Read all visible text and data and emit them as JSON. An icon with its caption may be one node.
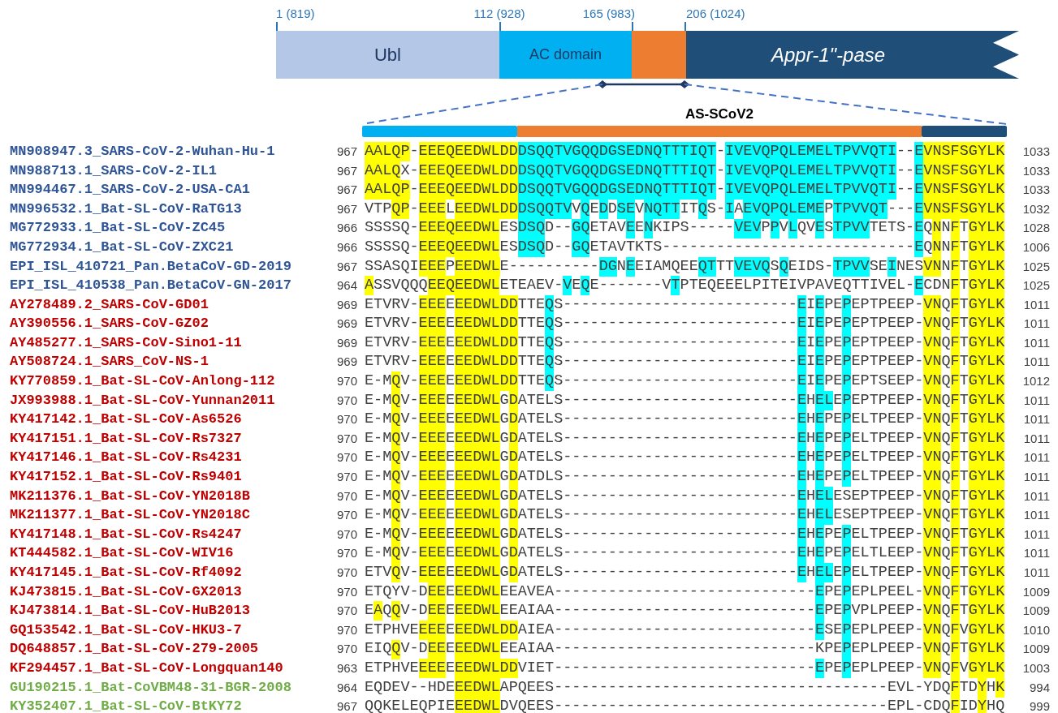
{
  "diagram": {
    "nodes": [
      {
        "text": [
          "Ubl"
        ],
        "beside": [
          "1 (819)"
        ]
      },
      {
        "text": [
          "AC domain"
        ],
        "beside": [
          "112 (928)"
        ]
      },
      {
        "text": [],
        "shape": "box",
        "beside": [
          "165 (983)"
        ]
      },
      {
        "text": [
          "Appr-1\"-pase"
        ],
        "beside": [
          "206 (1024)"
        ]
      },
      {
        "text": [],
        "shape": "bar"
      },
      {
        "text": [
          "AS-SCoV2"
        ]
      },
      {
        "text": [],
        "shape": "bar"
      }
    ],
    "edges": [
      {
        "from": 1,
        "to": 4,
        "arrow": "none",
        "style": "dashed"
      },
      {
        "from": 2,
        "to": 6,
        "arrow": "none",
        "style": "dashed"
      }
    ],
    "labels": [
      "MN908947.3_SARS-CoV-2-Wuhan-Hu-1",
      "967",
      "AALQP-EEEQEEDWLDDDSQQTVGQQDGSEDNQTTTIQT-IVEVQPQLEMELTPVVQTI--EVNSFSGYLK",
      "1033",
      "MN988713.1_SARS-CoV-2-IL1",
      "967",
      "AALQX-EEEQEEDWLDDDSQQTVGQQDGSEDNQTTTIQT-IVEVQPQLEMELTPVVQTI--EVNSFSGYLK",
      "1033",
      "MN994467.1_SARS-CoV-2-USA-CA1",
      "967",
      "AALQP-EEEQEEDWLDDDSQQTVGQQDGSEDNQTTTIQT-IVEVQPQLEMELTPVVQTI--EVNSFSGYLK",
      "1033",
      "MN996532.1_Bat-SL-CoV-RaTG13",
      "967",
      "VTPQP-EEELEEDWLDDDSQQTVVQEDDSEVNQTTITQS-IAEVQPQLEMEPTPVVQT---EVNSFSGYLK",
      "1032",
      "MG772933.1_Bat-SL-CoV-ZC45",
      "966",
      "SSSSQ-EEEQEEDWLESDSQD--GQETAVEENKIPS-----VEVPPVLQVESTPVVTETS-EQNNFTGYLK",
      "1028",
      "MG772934.1_Bat-SL-CoV-ZXC21",
      "966",
      "SSSSQ-EEEQEEDWLESDSQD--GQETAVTKTS----------------------------EQNNFTGYLK",
      "1006",
      "EPI_ISL_410721_Pan.BetaCoV-GD-2019",
      "967",
      "SSASQIEEEPEEDWLE----------DGNEEIAMQEEQTTTVEVQSQEIDS-TPVVSEINESVNNFTGYLK",
      "1025",
      "EPI_ISL_410538_Pan.BetaCoV-GN-2017",
      "964",
      "ASSVQQQEEQEEDWLETEAEV-VEQE-------VTPTEQEEELPITEIVPAVEQTTIVEL-ECDNFTGYLK",
      "1025",
      "AY278489.2_SARS-CoV-GD01",
      "969",
      "ETVRV-EEEEEEDWLDDTTEQS--------------------------EIEPEPEPTPEEP-VNQFTGYLK",
      "1011",
      "AY390556.1_SARS-CoV-GZ02",
      "969",
      "ETVRV-EEEEEEDWLDDTTEQS--------------------------EIEPEPEPTPEEP-VNQFTGYLK",
      "1011",
      "AY485277.1_SARS-CoV-Sino1-11",
      "969",
      "ETVRV-EEEEEEDWLDDTTEQS--------------------------EIEPEPEPTPEEP-VNQFTGYLK",
      "1011",
      "AY508724.1_SARS_CoV-NS-1",
      "969",
      "ETVRV-EEEEEEDWLDDTTEQS--------------------------EIEPEPEPTPEEP-VNQFTGYLK",
      "1011",
      "KY770859.1_Bat-SL-CoV-Anlong-112",
      "970",
      "E-MQV-EEEEEEDWLDDTTEQS--------------------------EIEPEPEPTSEEP-VNQFTGYLK",
      "1012",
      "JX993988.1_Bat-SL-CoV-Yunnan2011",
      "970",
      "E-MQV-EEEEEEDWLGDATELS--------------------------EHELEPEPTPEEP-VNQFTGYLK",
      "1011",
      "KY417142.1_Bat-SL-CoV-As6526",
      "970",
      "E-MQV-EEEEEEDWLGDATELS--------------------------EHEPEPELTPEEP-VNQFTGYLK",
      "1011",
      "KY417151.1_Bat-SL-CoV-Rs7327",
      "970",
      "E-MQV-EEEEEEDWLGDATELS--------------------------EHEPEPELTPEEP-VNQFTGYLK",
      "1011",
      "KY417146.1_Bat-SL-CoV-Rs4231",
      "970",
      "E-MQV-EEEEEEDWLGDATELS--------------------------EHEPEPELTPEEP-VNQFTGYLK",
      "1011",
      "KY417152.1_Bat-SL-CoV-Rs9401",
      "970",
      "E-MQV-EEEEEEDWLGDATDLS--------------------------EHEPEPELTPEEP-VNQFTGYLK",
      "1011",
      "MK211376.1_Bat-SL-CoV-YN2018B",
      "970",
      "E-MQV-EEEEEEDWLGDATELS--------------------------EHELESEPTPEEP-VNQFTGYLK",
      "1011",
      "MK211377.1_Bat-SL-CoV-YN2018C",
      "970",
      "E-MQV-EEEEEEDWLGDATELS--------------------------EHELESEPTPEEP-VNQFTGYLK",
      "1011",
      "KY417148.1_Bat-SL-CoV-Rs4247",
      "970",
      "E-MQV-EEEEEEDWLGDATELS--------------------------EHEPEPELTPEEP-VNQFTGYLK",
      "1011",
      "KT444582.1_Bat-SL-CoV-WIV16",
      "970",
      "E-MQV-EEEEEEDWLGDATELS--------------------------EHEPEPELTLEEP-VNQFTGYLK",
      "1011",
      "KY417145.1_Bat-SL-CoV-Rf4092",
      "970",
      "ETVQV-EEEEEEDWLGDATELS--------------------------EHELEPELTPEEP-VNQFTGYLK",
      "1011",
      "KJ473815.1_Bat-SL-CoV-GX2013",
      "970",
      "ETQYV-DEEEEEDWLEEAVEA-----------------------------EPEPEPLPEEL-VNQFTGYLK",
      "1009",
      "KJ473814.1_Bat-SL-CoV-HuB2013",
      "970",
      "EAQQV-DEEEEEDWLEEAIAA-----------------------------EPEPVPLPEEP-VNQFTGYLK",
      "1009",
      "GQ153542.1_Bat-SL-CoV-HKU3-7",
      "970",
      "ETPHVEEEEEEEDWLDDAIEA-----------------------------ESEPEPLPEEP-VNQFVGYLK",
      "1010",
      "DQ648857.1_Bat-SL-CoV-279-2005",
      "970",
      "EIQQV-DEEEEEDWLEEAIAA-----------------------------KPEPEPLPEEP-VNQFTGYLK",
      "1009",
      "KF294457.1_Bat-SL-CoV-Longquan140",
      "963",
      "ETPHVEEEEEEEDWLDDVIET-----------------------------EPEPEPLPEEP-VNQFVGYLK",
      "1003",
      "GU190215.1_Bat-CoVBM48-31-BGR-2008",
      "964",
      "EQDEV--HDEEEDWLAPQEES-------------------------------------EVL-YDQFTDYHK",
      "994",
      "KY352407.1_Bat-SL-CoV-BtKY72",
      "967",
      "QQKELEQPIEEEDWLDVQEES-------------------------------------EPL-CDQFIDYHQ",
      "999"
    ]
  }
}
